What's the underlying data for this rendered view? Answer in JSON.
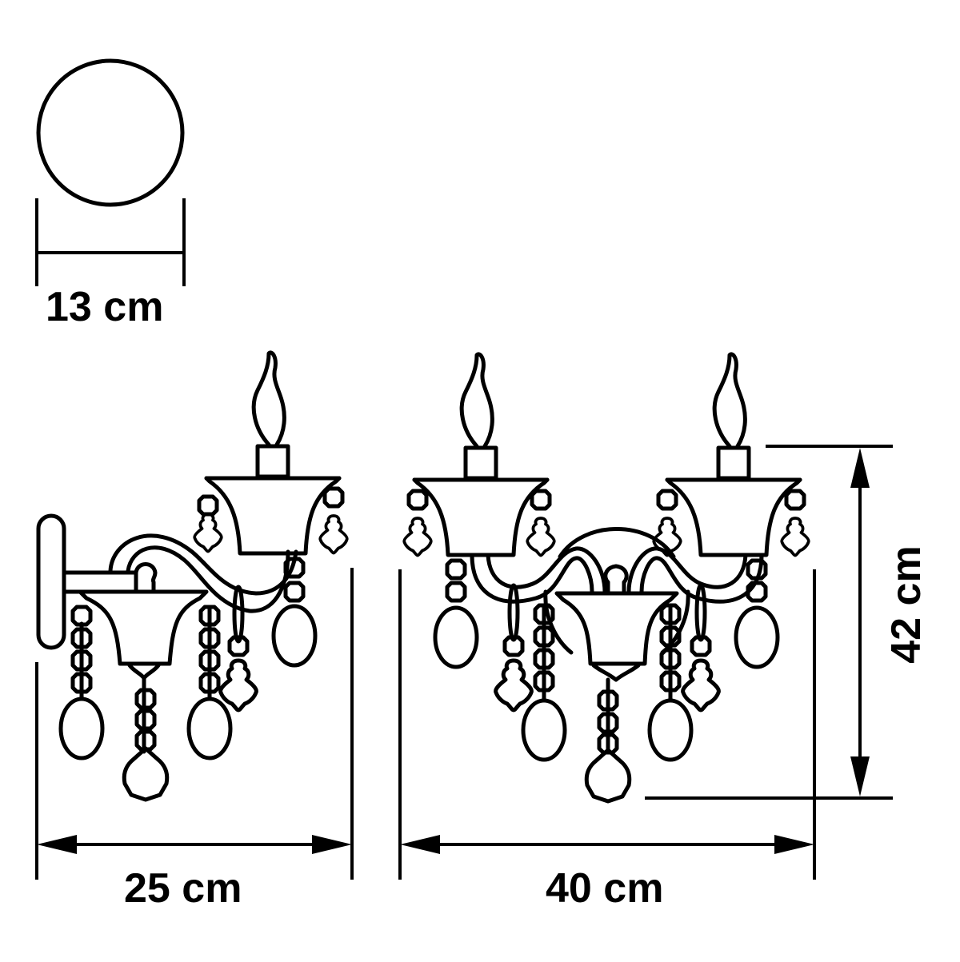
{
  "drawing": {
    "title": "Wall sconce dimension drawing",
    "stroke_color": "#000000",
    "background_color": "#ffffff"
  },
  "views": {
    "mount_plate": {
      "name": "Round wall plate (front view)",
      "dimension_label": "13 cm",
      "dimension_value": 13,
      "unit": "cm"
    },
    "side_view": {
      "name": "Single-arm side view",
      "arms_visible": 1,
      "candle_bulbs": 1,
      "dimension_label": "25 cm",
      "dimension_value": 25,
      "unit": "cm"
    },
    "front_view": {
      "name": "Two-arm front view",
      "arms_visible": 2,
      "candle_bulbs": 2,
      "width_label": "40 cm",
      "width_value": 40,
      "height_label": "42 cm",
      "height_value": 42,
      "unit": "cm"
    }
  }
}
